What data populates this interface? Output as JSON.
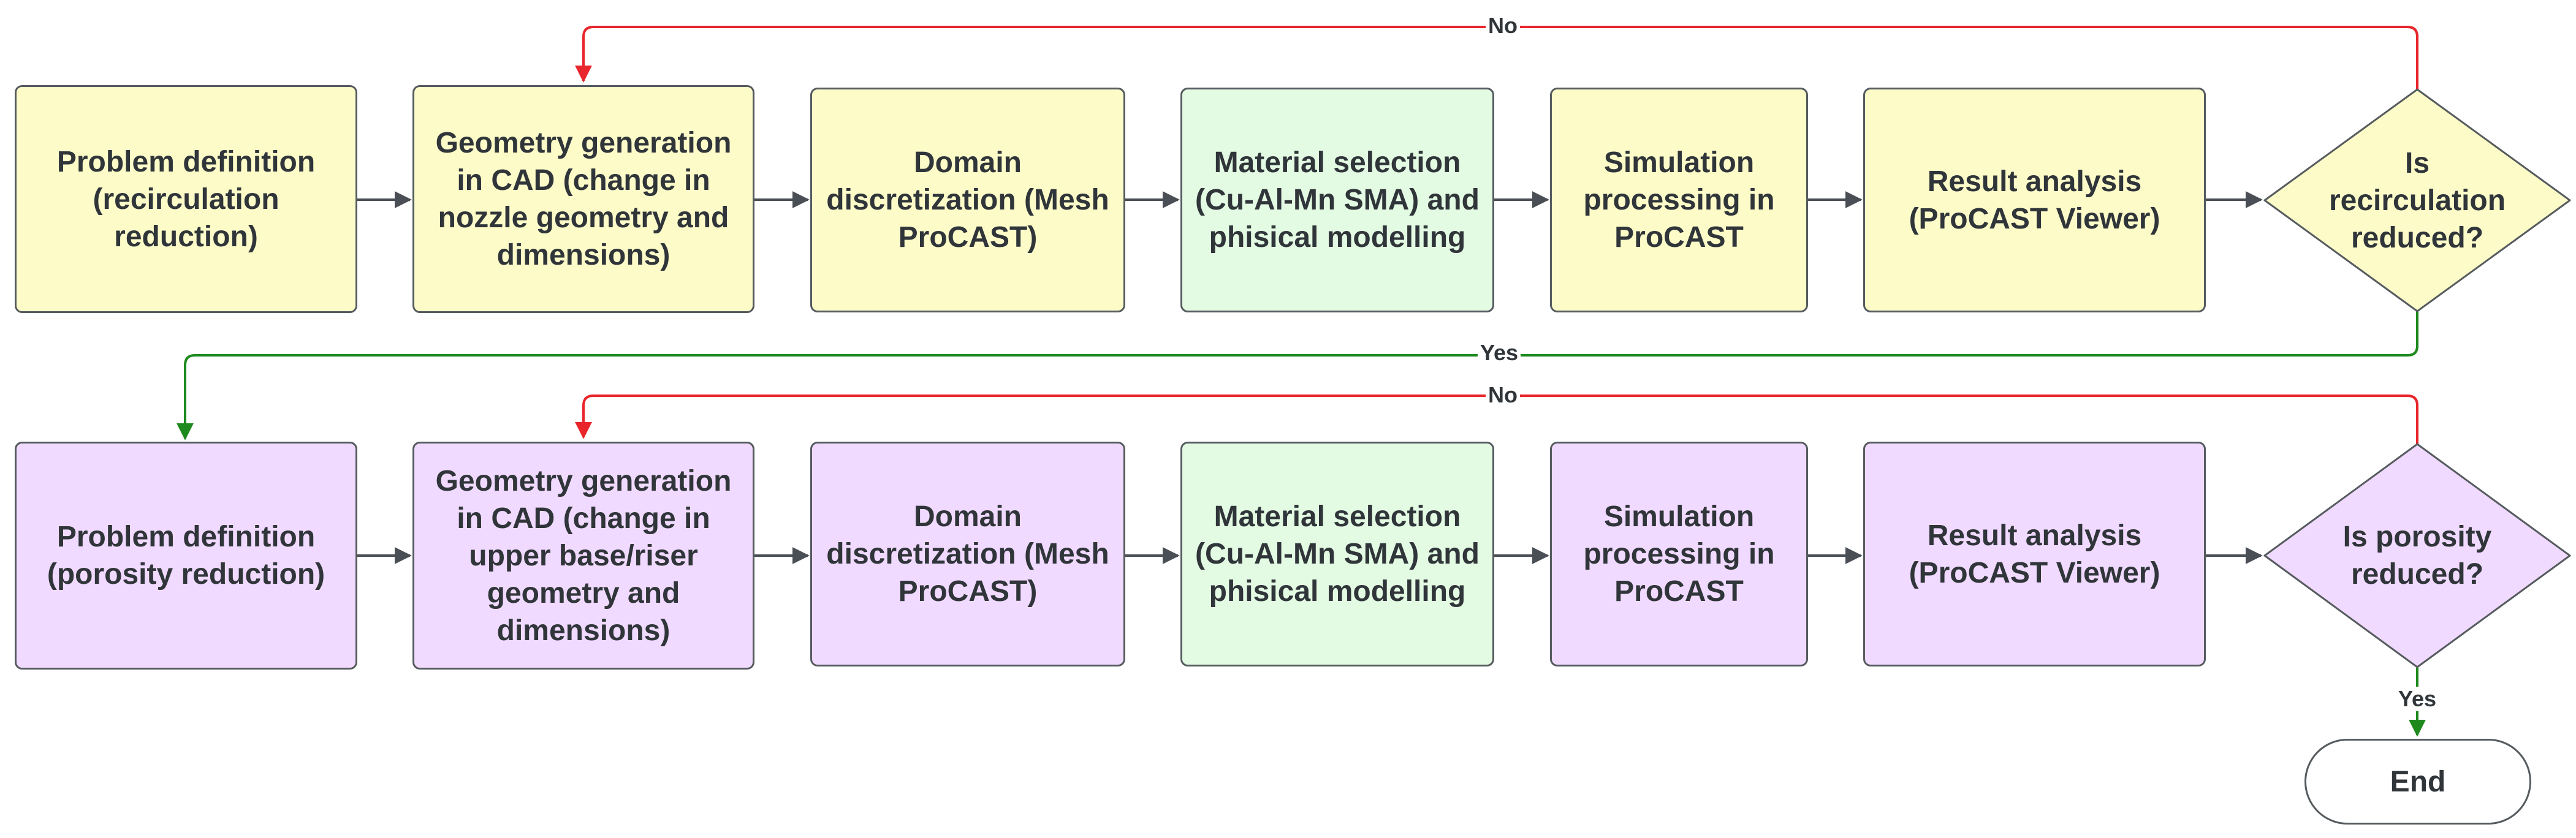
{
  "row1": {
    "problem": "Problem definition (recirculation reduction)",
    "geometry": "Geometry generation in CAD (change in nozzle geometry and dimensions)",
    "domain": "Domain discretization (Mesh ProCAST)",
    "material": "Material selection (Cu-Al-Mn SMA) and phisical modelling",
    "simulation": "Simulation processing in ProCAST",
    "result": "Result analysis (ProCAST Viewer)",
    "decision": "Is recirculation reduced?",
    "no_label": "No",
    "yes_label": "Yes"
  },
  "row2": {
    "problem": "Problem definition (porosity reduction)",
    "geometry": "Geometry generation in CAD (change in upper base/riser geometry and dimensions)",
    "domain": "Domain discretization (Mesh ProCAST)",
    "material": "Material selection (Cu-Al-Mn SMA) and phisical modelling",
    "simulation": "Simulation processing in ProCAST",
    "result": "Result analysis (ProCAST Viewer)",
    "decision": "Is porosity reduced?",
    "no_label": "No",
    "yes_label": "Yes"
  },
  "end": "End",
  "colors": {
    "row1_fill": "#fdfcc9",
    "material_fill": "#e3fbe3",
    "row2_fill": "#f1daff",
    "no_arrow": "#e8262b",
    "yes_arrow": "#1e8a1e",
    "flow_arrow": "#4a4f55",
    "border": "#555b5e"
  }
}
